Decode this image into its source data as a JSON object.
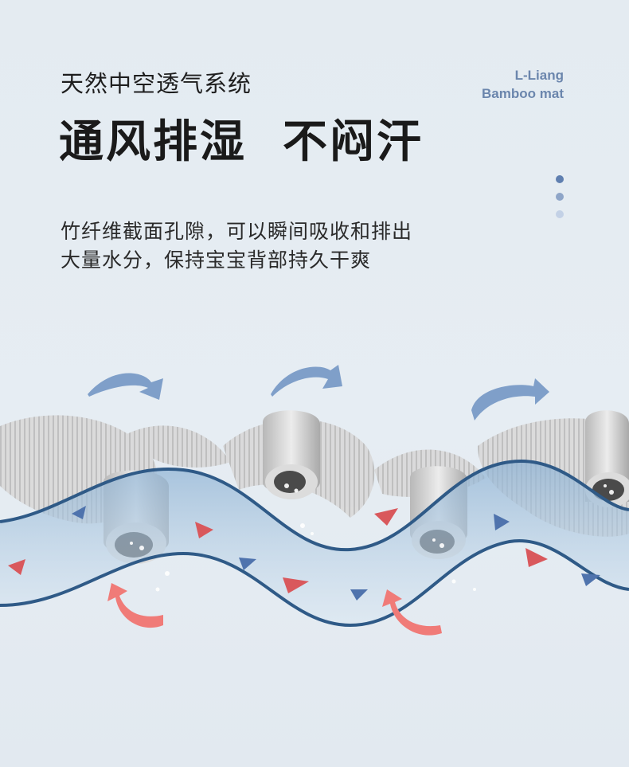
{
  "header": {
    "subtitle": "天然中空透气系统",
    "headline": "通风排湿  不闷汗",
    "brand_line1": "L-Liang",
    "brand_line2": "Bamboo mat"
  },
  "description": {
    "line1": "竹纤维截面孔隙，可以瞬间吸收和排出",
    "line2": "大量水分，保持宝宝背部持久干爽"
  },
  "colors": {
    "brand": "#6b86ad",
    "dot_1": "#5f7fb0",
    "dot_2": "#8ea5c8",
    "dot_3": "#c3d1e6",
    "arrow_cool": "#7f9fc9",
    "arrow_warm": "#f07b78",
    "fabric_wave": "#2f5a87",
    "fiber": "#c9c9c9"
  },
  "illustration": {
    "icons": [
      "airflow-arrow-icon",
      "heat-arrow-icon",
      "bamboo-fiber-tube-icon",
      "water-droplet-icon",
      "mat-layer-wave-icon"
    ]
  }
}
